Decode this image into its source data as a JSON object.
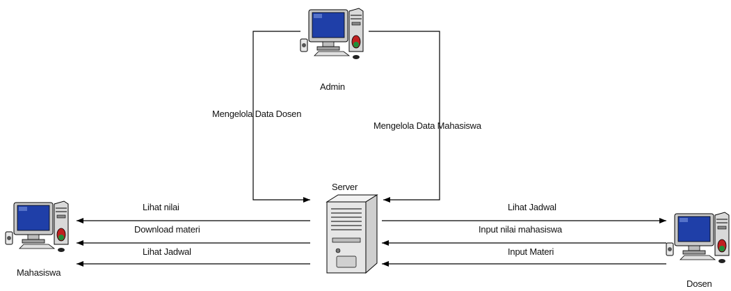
{
  "nodes": {
    "admin": "Admin",
    "server": "Server",
    "mahasiswa": "Mahasiswa",
    "dosen": "Dosen"
  },
  "edges": {
    "admin_to_server_left": "Mengelola Data Dosen",
    "admin_to_server_right": "Mengelola Data Mahasiswa",
    "server_to_mahasiswa": [
      "Lihat nilai",
      "Download materi",
      "Lihat Jadwal"
    ],
    "server_dosen": [
      "Lihat Jadwal",
      "Input nilai mahasiswa",
      "Input Materi"
    ]
  },
  "colors": {
    "line": "#000000",
    "monitor_screen": "#1f3fa8",
    "case_fill": "#d8d8d8",
    "accent_red": "#c02020",
    "accent_green": "#1f8f3a"
  }
}
